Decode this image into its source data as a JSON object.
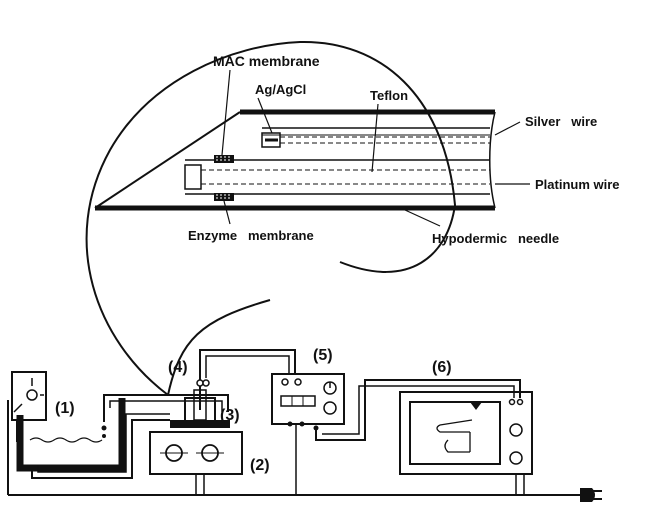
{
  "labels": {
    "mac_membrane": "MAC membrane",
    "ag_agcl": "Ag/AgCl",
    "teflon": "Teflon",
    "silver_wire": "Silver   wire",
    "platinum_wire": "Platinum wire",
    "enzyme_membrane": "Enzyme   membrane",
    "hypodermic_needle": "Hypodermic   needle"
  },
  "components": {
    "c1": "(1)",
    "c2": "(2)",
    "c3": "(3)",
    "c4": "(4)",
    "c5": "(5)",
    "c6": "(6)"
  },
  "colors": {
    "ink": "#111111",
    "background": "#ffffff"
  }
}
